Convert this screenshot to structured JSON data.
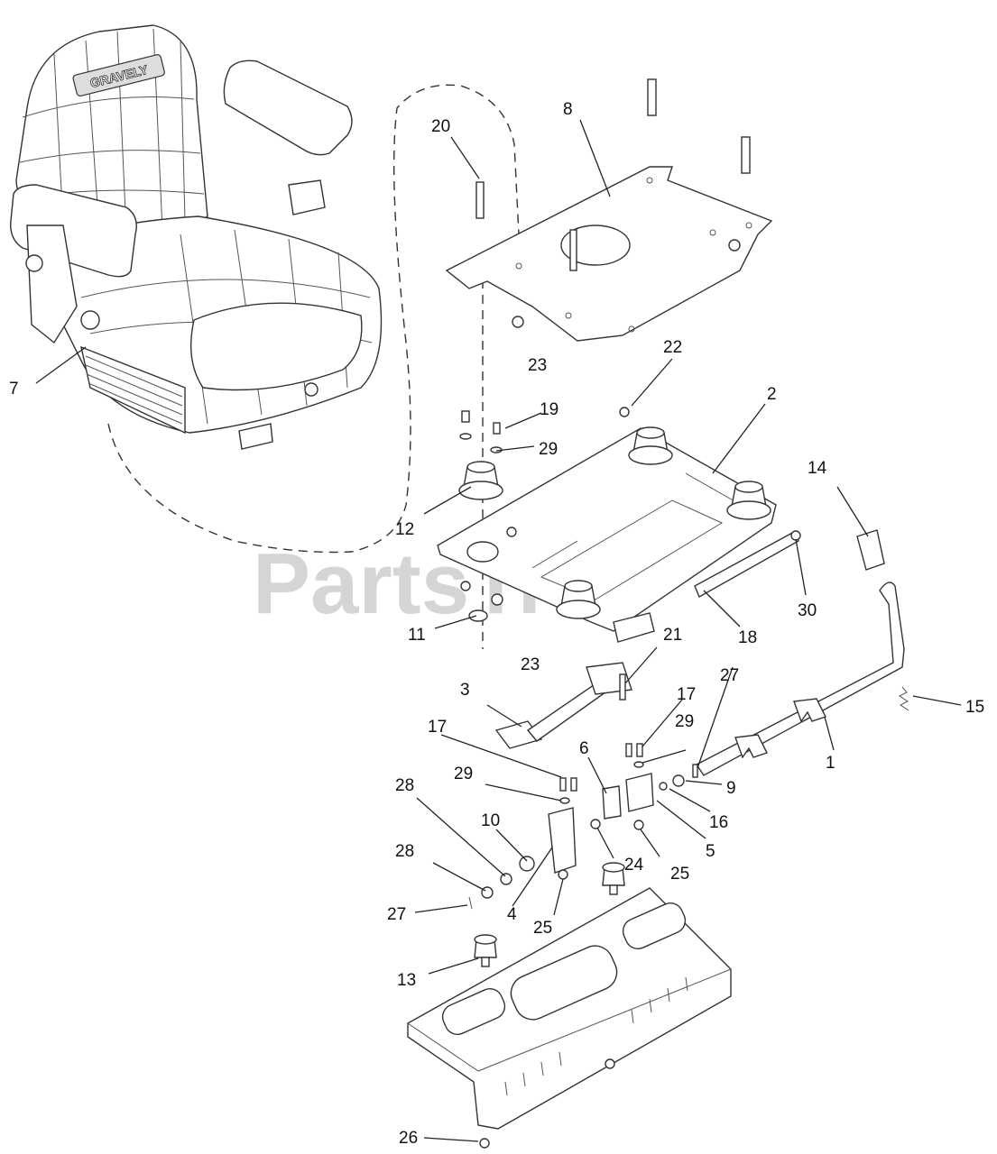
{
  "seat": {
    "brand": "GRAVELY"
  },
  "watermark": {
    "text": "PartsTree",
    "tm": "™"
  },
  "callouts": [
    "1",
    "2",
    "3",
    "4",
    "5",
    "6",
    "7",
    "8",
    "9",
    "10",
    "11",
    "12",
    "13",
    "14",
    "15",
    "16",
    "17",
    "17",
    "18",
    "19",
    "20",
    "21",
    "22",
    "23",
    "23",
    "24",
    "25",
    "25",
    "26",
    "27",
    "27",
    "28",
    "28",
    "29",
    "29",
    "29",
    "30"
  ]
}
